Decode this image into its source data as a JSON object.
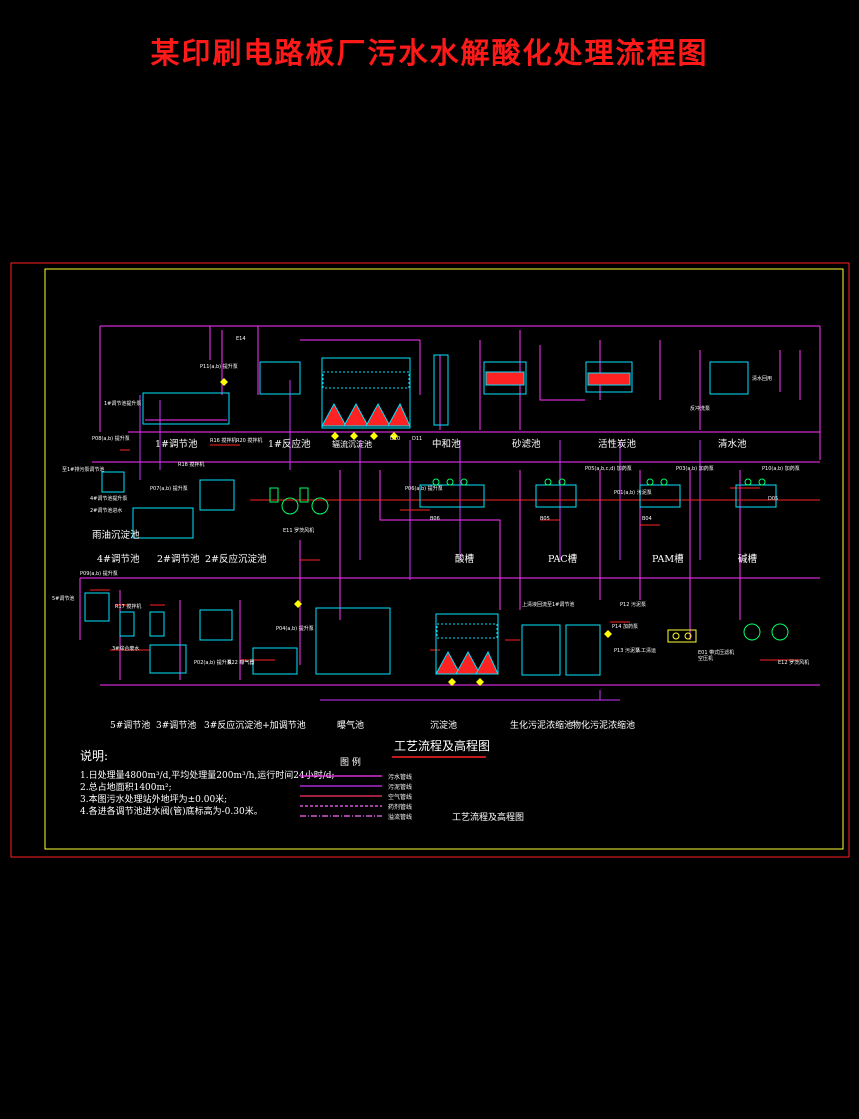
{
  "title": "某印刷电路板厂污水水解酸化处理流程图",
  "colors": {
    "title": "#ff1a1a",
    "outer_frame": "#ff2020",
    "inner_frame": "#ffff33",
    "sewage_pipe": "#ff33ff",
    "sludge_pipe": "#cc33ff",
    "air_pipe": "#ff3366",
    "chem_pipe": "#ff66ff",
    "tank": "#00e5ff",
    "hopper": "#ff2222",
    "valve": "#ffff00",
    "equipment": "#00ff66"
  },
  "unit_labels_row1": [
    "1#调节池",
    "1#反应池",
    "辐流沉淀池",
    "中和池",
    "砂滤池",
    "活性炭池",
    "清水池"
  ],
  "unit_labels_row2": [
    "雨油沉淀池",
    "4#调节池",
    "2#调节池",
    "2#反应沉淀池",
    "酸槽",
    "PAC槽",
    "PAM槽",
    "碱槽"
  ],
  "unit_labels_row3": [
    "5#调节池",
    "3#调节池",
    "3#反应沉淀池+加调节池",
    "曝气池",
    "沉淀池",
    "生化污泥浓缩池",
    "物化污泥浓缩池"
  ],
  "equipment_tags": [
    "P11(a,b) 提升泵",
    "P08(a,b) 提升泵",
    "P07(a,b) 提升泵",
    "P09(a,b) 提升泵",
    "P04(a,b) 提升泵",
    "P02(a,b) 提升泵",
    "P06(a,b) 提升泵",
    "P05(a,b,c,d) 加药泵",
    "P03(a,b) 加药泵",
    "P10(a,b) 加药泵",
    "P01(a,b) 污泥泵",
    "R16 搅拌机",
    "R18 搅拌机",
    "R20 搅拌机",
    "R22 曝气器",
    "R17 搅拌机",
    "E11 罗茨风机",
    "E12 罗茨风机",
    "E01 带式压滤机",
    "P12 污泥泵",
    "P13 污泥泵",
    "P14 加药泵",
    "B06",
    "B05",
    "B04",
    "D05",
    "E14",
    "D10",
    "D11"
  ],
  "small_labels": [
    "1#调节池提升泵",
    "至1#排污泵调节池",
    "4#调节池提升泵",
    "2#调节池进水",
    "5#调节池",
    "3#综合废水",
    "上清液回流至1#调节池",
    "人工清运",
    "空压机",
    "反冲洗泵",
    "清水回用"
  ],
  "subtitle": "工艺流程及高程图",
  "legend": {
    "title": "图 例",
    "items": [
      "污水管线",
      "污泥管线",
      "空气管线",
      "药剂管线",
      "溢流管线"
    ]
  },
  "notes": {
    "title": "说明:",
    "lines": [
      "1.日处理量4800m³/d,平均处理量200m³/h,运行时间24小时/d;",
      "2.总占地面积1400m²;",
      "3.本图污水处理站外地坪为±0.00米;",
      "4.各进各调节池进水阀(管)底标高为-0.30米。"
    ]
  },
  "caption_bottom": "工艺流程及高程图"
}
